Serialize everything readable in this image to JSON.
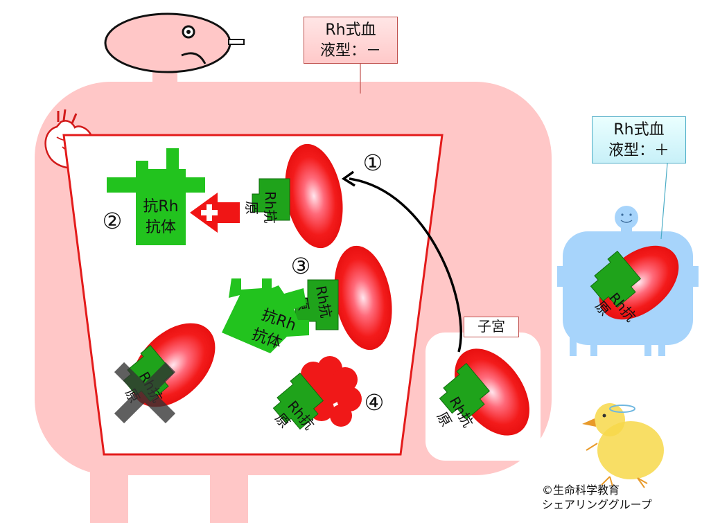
{
  "labels": {
    "mother_blood_type": [
      "Rh式血",
      "液型：－"
    ],
    "baby_blood_type": [
      "Rh式血",
      "液型：＋"
    ],
    "uterus": "子宮",
    "antigen": [
      "Rh抗",
      "原"
    ],
    "antibody": [
      "抗Rh",
      "抗体"
    ],
    "plus": "+",
    "copyright": [
      "©生命科学教育",
      "シェアリンググループ"
    ]
  },
  "steps": [
    "①",
    "②",
    "③",
    "④"
  ],
  "colors": {
    "mother_body": "#ffc7c7",
    "baby_body": "#a7d4fb",
    "vessel_border": "#e31b1b",
    "antibody_green": "#22c31e",
    "antigen_green": "#1fa31b",
    "rbc_red": "#f01818",
    "arrow_red": "#f01515"
  }
}
